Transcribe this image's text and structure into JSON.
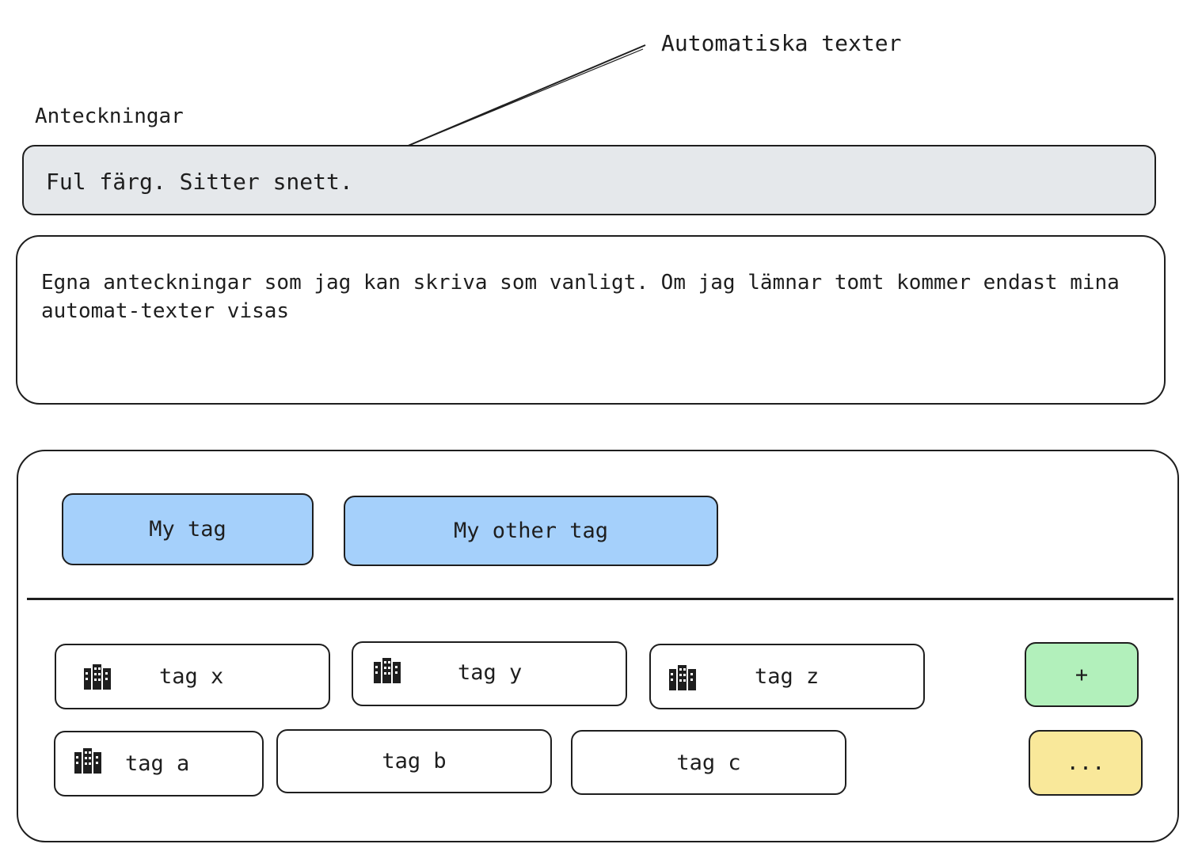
{
  "annotation": {
    "label": "Automatiska texter"
  },
  "notes": {
    "section_label": "Anteckningar",
    "auto_text": "Ful färg. Sitter snett.",
    "own_notes_text": "Egna anteckningar som jag kan skriva som vanligt. Om jag lämnar tomt kommer endast mina automat-texter visas"
  },
  "selected_tags": [
    {
      "label": "My tag"
    },
    {
      "label": "My other tag"
    }
  ],
  "available_tags": [
    {
      "label": "tag x",
      "icon": "building-icon"
    },
    {
      "label": "tag y",
      "icon": "building-icon"
    },
    {
      "label": "tag z",
      "icon": "building-icon"
    },
    {
      "label": "tag a",
      "icon": "building-icon"
    },
    {
      "label": "tag b"
    },
    {
      "label": "tag c"
    }
  ],
  "actions": {
    "add_label": "+",
    "more_label": "..."
  },
  "colors": {
    "auto_box": "#e5e8eb",
    "selected_tag": "#a5d0fb",
    "add_button": "#b2f0bb",
    "more_button": "#f9e89a",
    "stroke": "#1e1e1e"
  }
}
